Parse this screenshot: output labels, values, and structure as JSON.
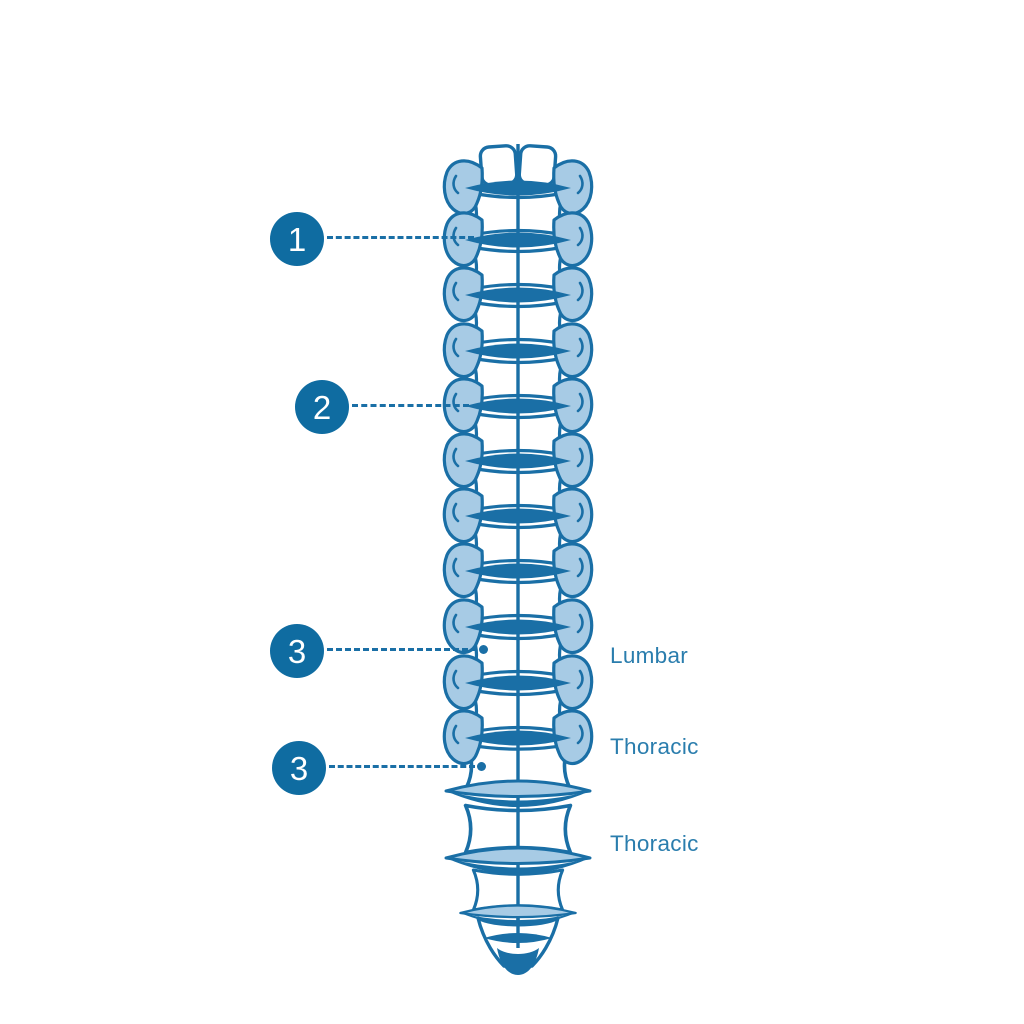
{
  "palette": {
    "background": "#ffffff",
    "spine_dark": "#1a6fa6",
    "spine_light": "#a7cbe5",
    "callout_fill": "#0f6ca1",
    "callout_number": "#ffffff",
    "leader_line": "#1a6fa6",
    "label_text": "#2a7dad"
  },
  "illustration": {
    "name": "spinal-column-posterior-view",
    "vertebra_junction_count": 11
  },
  "callouts": [
    {
      "number": "1"
    },
    {
      "number": "2"
    },
    {
      "number": "3"
    },
    {
      "number": "3"
    }
  ],
  "region_labels": [
    {
      "text": "Lumbar"
    },
    {
      "text": "Thoracic"
    },
    {
      "text": "Thoracic"
    }
  ]
}
